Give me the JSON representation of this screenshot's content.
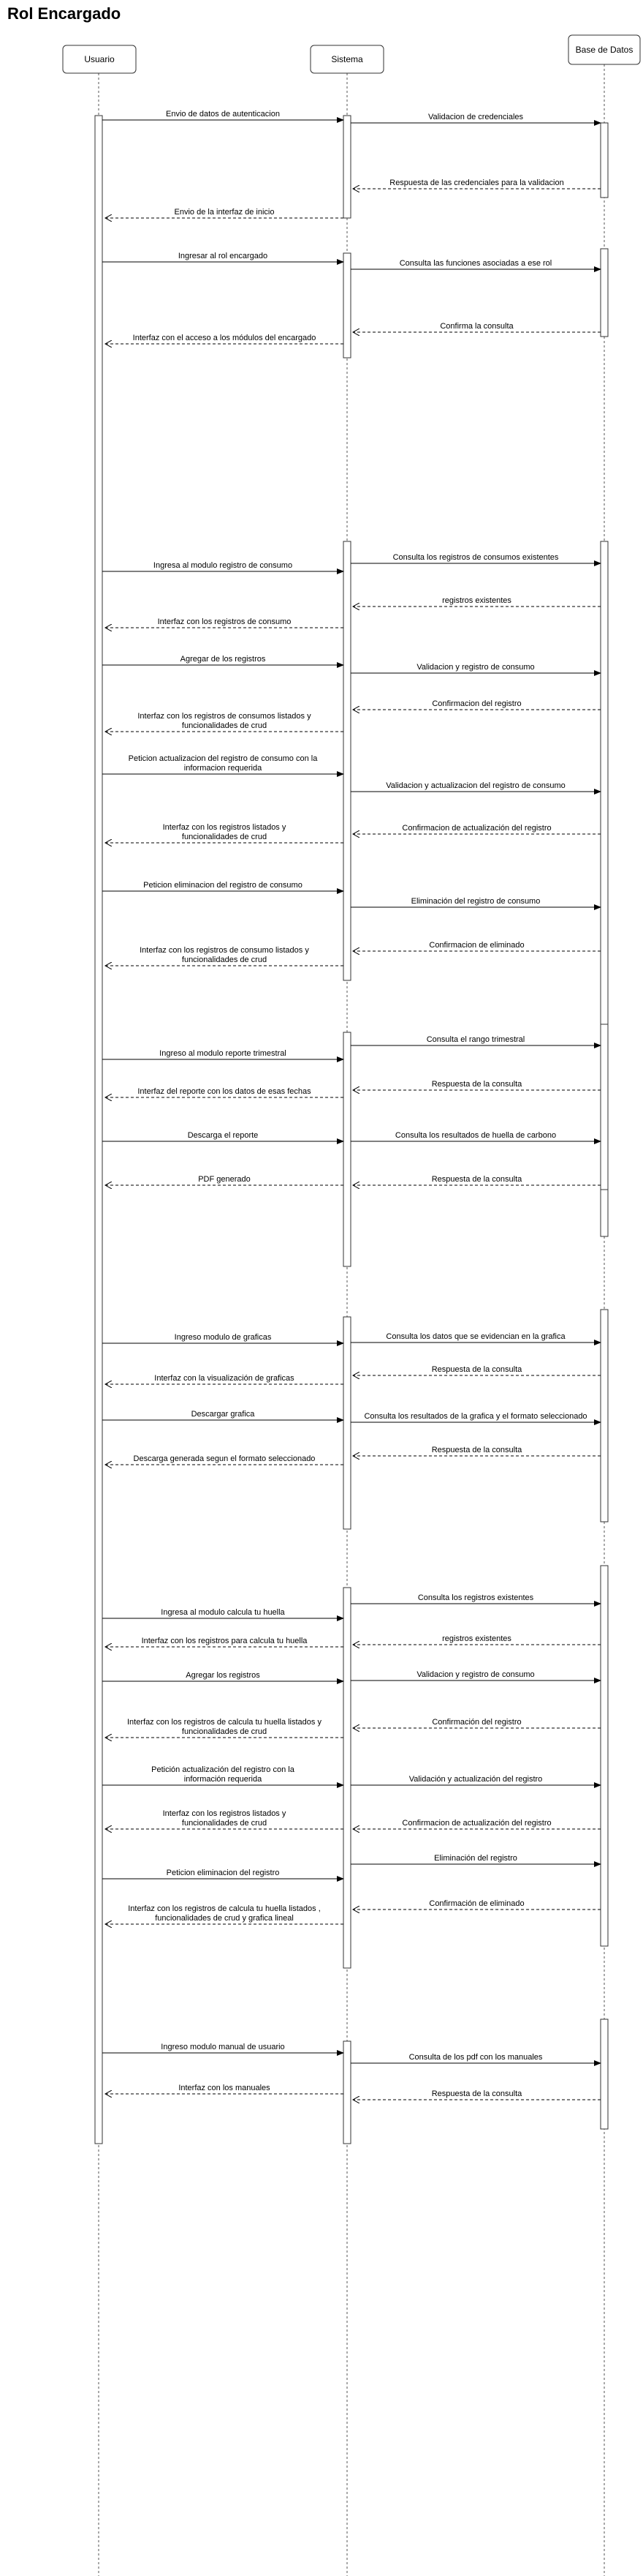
{
  "title": "Rol Encargado",
  "actors": [
    {
      "id": "u",
      "label": "Usuario"
    },
    {
      "id": "s",
      "label": "Sistema"
    },
    {
      "id": "d",
      "label": "Base de Datos"
    }
  ],
  "messages": [
    {
      "from": "u",
      "to": "s",
      "type": "sync",
      "label": "Envio de  datos de autenticacion"
    },
    {
      "from": "s",
      "to": "d",
      "type": "sync",
      "label": "Validacion de credenciales"
    },
    {
      "from": "d",
      "to": "s",
      "type": "reply",
      "label": "Respuesta de las credenciales para la validacion"
    },
    {
      "from": "s",
      "to": "u",
      "type": "reply",
      "label": "Envio de la interfaz de inicio"
    },
    {
      "from": "u",
      "to": "s",
      "type": "sync",
      "label": "Ingresar al rol encargado"
    },
    {
      "from": "s",
      "to": "d",
      "type": "sync",
      "label": "Consulta las funciones asociadas a ese rol"
    },
    {
      "from": "d",
      "to": "s",
      "type": "reply",
      "label": "Confirma la consulta"
    },
    {
      "from": "s",
      "to": "u",
      "type": "reply",
      "label": "Interfaz con el acceso a los módulos del encargado"
    },
    {
      "from": "s",
      "to": "d",
      "type": "sync",
      "label": "Consulta los registros de consumos existentes"
    },
    {
      "from": "u",
      "to": "s",
      "type": "sync",
      "label": "Ingresa al modulo registro de consumo"
    },
    {
      "from": "d",
      "to": "s",
      "type": "reply",
      "label": "registros existentes"
    },
    {
      "from": "s",
      "to": "u",
      "type": "reply",
      "label": "Interfaz con los registros de consumo"
    },
    {
      "from": "u",
      "to": "s",
      "type": "sync",
      "label": "Agregar de los registros"
    },
    {
      "from": "s",
      "to": "d",
      "type": "sync",
      "label": "Validacion y registro de consumo"
    },
    {
      "from": "d",
      "to": "s",
      "type": "reply",
      "label": "Confirmacion del registro"
    },
    {
      "from": "s",
      "to": "u",
      "type": "reply",
      "label": "Interfaz con los registros de consumos  listados y\nfuncionalidades de crud"
    },
    {
      "from": "u",
      "to": "s",
      "type": "sync",
      "label": "Peticion actualizacion del registro de consumo con la\ninformacion requerida"
    },
    {
      "from": "s",
      "to": "d",
      "type": "sync",
      "label": "Validacion y actualizacion del registro de consumo"
    },
    {
      "from": "d",
      "to": "s",
      "type": "reply",
      "label": "Confirmacion de actualización del registro"
    },
    {
      "from": "s",
      "to": "u",
      "type": "reply",
      "label": "Interfaz con los registros listados y\nfuncionalidades de crud"
    },
    {
      "from": "u",
      "to": "s",
      "type": "sync",
      "label": "Peticion eliminacion del registro de consumo"
    },
    {
      "from": "s",
      "to": "d",
      "type": "sync",
      "label": "Eliminación del registro de consumo"
    },
    {
      "from": "d",
      "to": "s",
      "type": "reply",
      "label": "Confirmacion de eliminado"
    },
    {
      "from": "s",
      "to": "u",
      "type": "reply",
      "label": "Interfaz con los registros de consumo listados y\nfuncionalidades de crud"
    },
    {
      "from": "s",
      "to": "d",
      "type": "sync",
      "label": "Consulta el rango trimestral"
    },
    {
      "from": "u",
      "to": "s",
      "type": "sync",
      "label": "Ingreso al modulo reporte trimestral"
    },
    {
      "from": "d",
      "to": "s",
      "type": "reply",
      "label": "Respuesta de la consulta"
    },
    {
      "from": "s",
      "to": "u",
      "type": "reply",
      "label": "Interfaz del reporte con los datos de esas fechas"
    },
    {
      "from": "u",
      "to": "s",
      "type": "sync",
      "label": "Descarga el reporte"
    },
    {
      "from": "s",
      "to": "d",
      "type": "sync",
      "label": "Consulta los resultados de huella de carbono"
    },
    {
      "from": "s",
      "to": "u",
      "type": "reply",
      "label": "PDF generado"
    },
    {
      "from": "d",
      "to": "s",
      "type": "reply",
      "label": "Respuesta de la consulta"
    },
    {
      "from": "s",
      "to": "d",
      "type": "sync",
      "label": "Consulta los datos que se evidencian en la grafica"
    },
    {
      "from": "u",
      "to": "s",
      "type": "sync",
      "label": "Ingreso modulo de graficas"
    },
    {
      "from": "d",
      "to": "s",
      "type": "reply",
      "label": "Respuesta de la consulta"
    },
    {
      "from": "s",
      "to": "u",
      "type": "reply",
      "label": "Interfaz con la  visualización de graficas"
    },
    {
      "from": "s",
      "to": "d",
      "type": "sync",
      "label": "Consulta los resultados de la grafica y el formato seleccionado"
    },
    {
      "from": "u",
      "to": "s",
      "type": "sync",
      "label": "Descargar grafica"
    },
    {
      "from": "d",
      "to": "s",
      "type": "reply",
      "label": "Respuesta de la consulta"
    },
    {
      "from": "s",
      "to": "u",
      "type": "reply",
      "label": "Descarga generada segun el formato seleccionado"
    },
    {
      "from": "s",
      "to": "d",
      "type": "sync",
      "label": "Consulta los registros existentes"
    },
    {
      "from": "u",
      "to": "s",
      "type": "sync",
      "label": "Ingresa al modulo calcula tu huella"
    },
    {
      "from": "d",
      "to": "s",
      "type": "reply",
      "label": "registros existentes"
    },
    {
      "from": "s",
      "to": "u",
      "type": "reply",
      "label": "Interfaz con los registros  para calcula tu huella"
    },
    {
      "from": "u",
      "to": "s",
      "type": "sync",
      "label": "Agregar los registros"
    },
    {
      "from": "s",
      "to": "d",
      "type": "sync",
      "label": "Validacion y registro de consumo"
    },
    {
      "from": "d",
      "to": "s",
      "type": "reply",
      "label": "Confirmación del registro"
    },
    {
      "from": "s",
      "to": "u",
      "type": "reply",
      "label": "Interfaz con los registros de calcula tu huella listados y\nfuncionalidades de crud"
    },
    {
      "from": "u",
      "to": "s",
      "type": "sync",
      "label": "Petición actualización del registro  con la\ninformación requerida"
    },
    {
      "from": "s",
      "to": "d",
      "type": "sync",
      "label": "Validación y actualización del registro"
    },
    {
      "from": "d",
      "to": "s",
      "type": "reply",
      "label": "Confirmacion de actualización del registro"
    },
    {
      "from": "s",
      "to": "u",
      "type": "reply",
      "label": "Interfaz con los registros listados y\nfuncionalidades de crud"
    },
    {
      "from": "s",
      "to": "d",
      "type": "sync",
      "label": "Eliminación del registro"
    },
    {
      "from": "u",
      "to": "s",
      "type": "sync",
      "label": "Peticion eliminacion del registro"
    },
    {
      "from": "d",
      "to": "s",
      "type": "reply",
      "label": "Confirmación de eliminado"
    },
    {
      "from": "s",
      "to": "u",
      "type": "reply",
      "label": "Interfaz con los registros de calcula tu huella listados ,\nfuncionalidades de crud y grafica lineal"
    },
    {
      "from": "u",
      "to": "s",
      "type": "sync",
      "label": "Ingreso  modulo manual de usuario"
    },
    {
      "from": "s",
      "to": "d",
      "type": "sync",
      "label": "Consulta de los pdf con los manuales"
    },
    {
      "from": "d",
      "to": "s",
      "type": "reply",
      "label": "Respuesta de la consulta"
    },
    {
      "from": "s",
      "to": "u",
      "type": "reply",
      "label": "Interfaz con los manuales"
    }
  ]
}
